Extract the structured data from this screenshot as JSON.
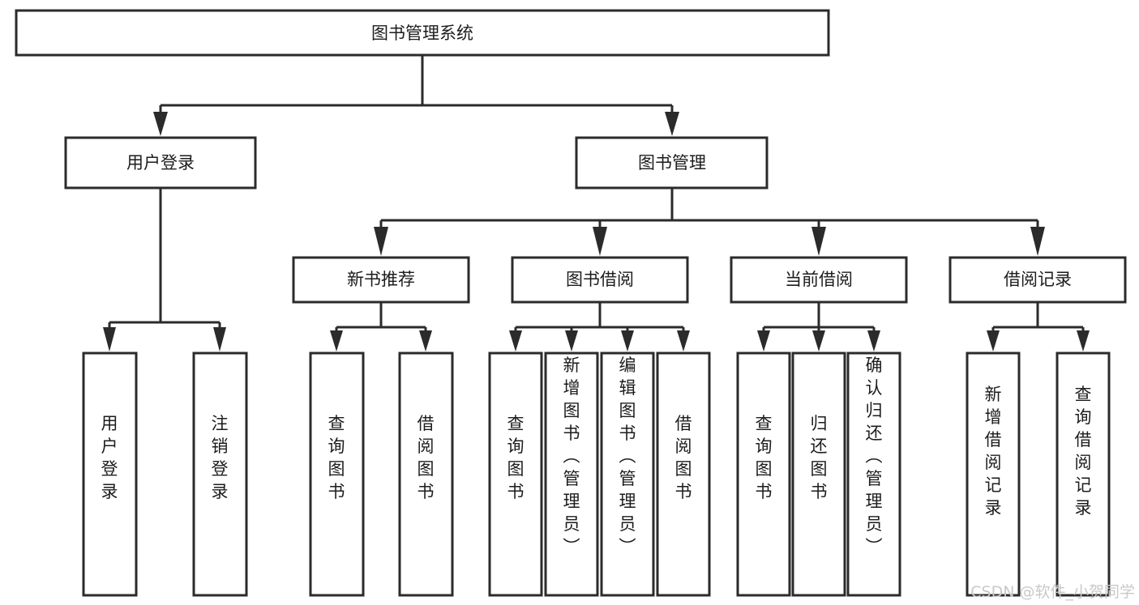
{
  "diagram": {
    "title": "图书管理系统",
    "type": "tree-hierarchy-chart",
    "orientation": "top-down",
    "colors": {
      "box_fill": "#ffffff",
      "box_stroke": "#2b2b2b",
      "connector": "#2b2b2b",
      "text": "#1c1c1c",
      "background": "#ffffff",
      "watermark": "#c9c9c9"
    },
    "root": {
      "label": "图书管理系统"
    },
    "level2": [
      {
        "label": "用户登录"
      },
      {
        "label": "图书管理"
      }
    ],
    "level3": [
      {
        "label": "新书推荐"
      },
      {
        "label": "图书借阅"
      },
      {
        "label": "当前借阅"
      },
      {
        "label": "借阅记录"
      }
    ],
    "leaves": {
      "user_login": [
        {
          "label": "用户登录"
        },
        {
          "label": "注销登录"
        }
      ],
      "new_book_recommend": [
        {
          "label": "查询图书"
        },
        {
          "label": "借阅图书"
        }
      ],
      "book_borrow": [
        {
          "label": "查询图书"
        },
        {
          "label": "新增图书（管理员）"
        },
        {
          "label": "编辑图书（管理员）"
        },
        {
          "label": "借阅图书"
        }
      ],
      "current_borrow": [
        {
          "label": "查询图书"
        },
        {
          "label": "归还图书"
        },
        {
          "label": "确认归还（管理员）"
        }
      ],
      "borrow_record": [
        {
          "label": "新增借阅记录"
        },
        {
          "label": "查询借阅记录"
        }
      ]
    }
  },
  "watermark": {
    "text": "CSDN @软件_小贺同学"
  }
}
